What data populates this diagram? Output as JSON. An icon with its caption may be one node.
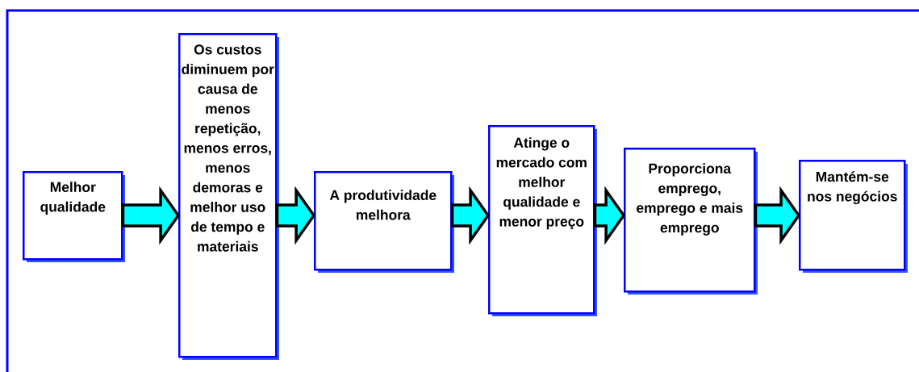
{
  "diagram": {
    "nodes": [
      {
        "text": [
          "Melhor qualidade"
        ]
      },
      {
        "text": [
          "Os custos diminuem por causa de menos repetição, menos erros, menos demoras e melhor uso de tempo e materiais"
        ]
      },
      {
        "text": [
          "A produtividade melhora"
        ]
      },
      {
        "text": [
          "Atinge o mercado com melhor qualidade e menor preço"
        ]
      },
      {
        "text": [
          "Proporciona emprego, emprego e mais emprego"
        ]
      },
      {
        "text": [
          "Mantém-se nos negócios"
        ]
      }
    ],
    "edges": [
      {
        "from": 0,
        "to": 1,
        "arrow": "to"
      },
      {
        "from": 1,
        "to": 2,
        "arrow": "to"
      },
      {
        "from": 2,
        "to": 3,
        "arrow": "to"
      },
      {
        "from": 3,
        "to": 4,
        "arrow": "to"
      },
      {
        "from": 4,
        "to": 5,
        "arrow": "to"
      }
    ]
  }
}
